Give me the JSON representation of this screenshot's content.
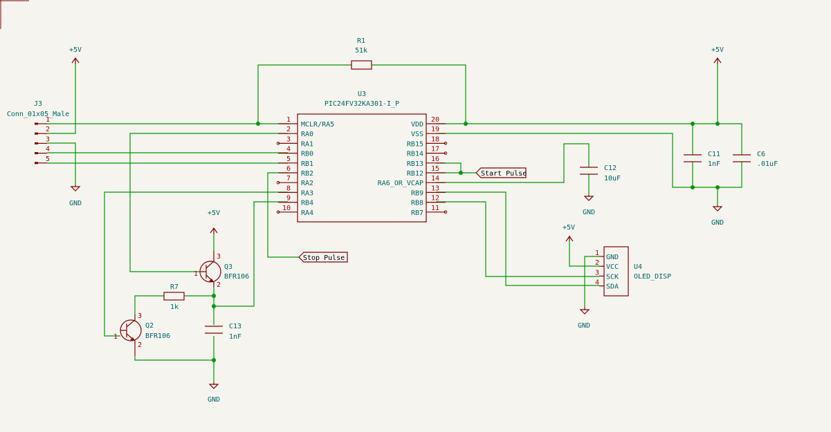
{
  "colors": {
    "wire": "#009600",
    "symbol": "#840000",
    "text": "#006464",
    "pin_number": "#a90000",
    "background": "#f5f4ef"
  },
  "power": {
    "vcc": "+5V",
    "gnd": "GND"
  },
  "r1": {
    "ref": "R1",
    "value": "51k"
  },
  "r7": {
    "ref": "R7",
    "value": "1k"
  },
  "u3": {
    "ref": "U3",
    "value": "PIC24FV32KA301-I_P",
    "left_pins": [
      {
        "num": "1",
        "name": "MCLR/RA5"
      },
      {
        "num": "2",
        "name": "RA0"
      },
      {
        "num": "3",
        "name": "RA1"
      },
      {
        "num": "4",
        "name": "RB0"
      },
      {
        "num": "5",
        "name": "RB1"
      },
      {
        "num": "6",
        "name": "RB2"
      },
      {
        "num": "7",
        "name": "RA2"
      },
      {
        "num": "8",
        "name": "RA3"
      },
      {
        "num": "9",
        "name": "RB4"
      },
      {
        "num": "10",
        "name": "RA4"
      }
    ],
    "right_pins": [
      {
        "num": "20",
        "name": "VDD"
      },
      {
        "num": "19",
        "name": "VSS"
      },
      {
        "num": "18",
        "name": "RB15"
      },
      {
        "num": "17",
        "name": "RB14"
      },
      {
        "num": "16",
        "name": "RB13"
      },
      {
        "num": "15",
        "name": "RB12"
      },
      {
        "num": "14",
        "name": "RA6_OR_VCAP"
      },
      {
        "num": "13",
        "name": "RB9"
      },
      {
        "num": "12",
        "name": "RB8"
      },
      {
        "num": "11",
        "name": "RB7"
      }
    ]
  },
  "j3": {
    "ref": "J3",
    "value": "Conn_01x05_Male",
    "pins": [
      "1",
      "2",
      "3",
      "4",
      "5"
    ]
  },
  "c11": {
    "ref": "C11",
    "value": "1nF"
  },
  "c6": {
    "ref": "C6",
    "value": ".01uF"
  },
  "c12": {
    "ref": "C12",
    "value": "10uF"
  },
  "c13": {
    "ref": "C13",
    "value": "1nF"
  },
  "q3": {
    "ref": "Q3",
    "value": "BFR106",
    "pins": [
      "1",
      "2",
      "3"
    ]
  },
  "q2": {
    "ref": "Q2",
    "value": "BFR106",
    "pins": [
      "1",
      "2",
      "3"
    ]
  },
  "u4": {
    "ref": "U4",
    "value": "OLED_DISP",
    "pins": [
      {
        "num": "1",
        "name": "GND"
      },
      {
        "num": "2",
        "name": "VCC"
      },
      {
        "num": "3",
        "name": "SCK"
      },
      {
        "num": "4",
        "name": "SDA"
      }
    ]
  },
  "labels": {
    "start": "Start Pulse",
    "stop": "Stop Pulse"
  }
}
